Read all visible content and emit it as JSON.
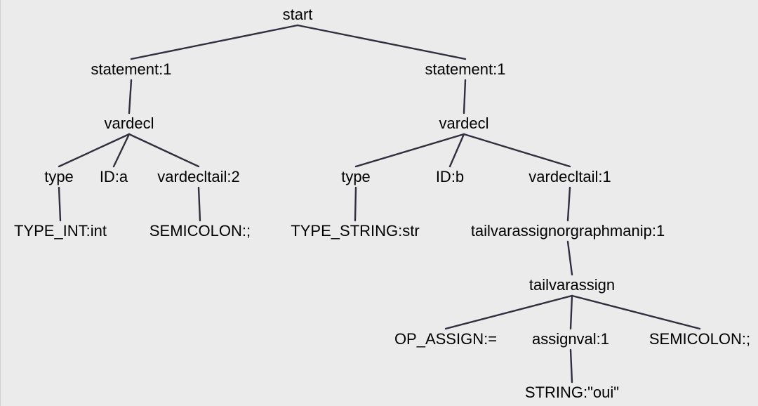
{
  "tree": {
    "nodes": [
      {
        "id": "start",
        "label": "start"
      },
      {
        "id": "stmt1",
        "label": "statement:1"
      },
      {
        "id": "stmt2",
        "label": "statement:1"
      },
      {
        "id": "vardecl1",
        "label": "vardecl"
      },
      {
        "id": "vardecl2",
        "label": "vardecl"
      },
      {
        "id": "type1",
        "label": "type"
      },
      {
        "id": "ida",
        "label": "ID:a"
      },
      {
        "id": "vdt2",
        "label": "vardecltail:2"
      },
      {
        "id": "typeint",
        "label": "TYPE_INT:int"
      },
      {
        "id": "semi1",
        "label": "SEMICOLON:;"
      },
      {
        "id": "type2",
        "label": "type"
      },
      {
        "id": "idb",
        "label": "ID:b"
      },
      {
        "id": "vdt1",
        "label": "vardecltail:1"
      },
      {
        "id": "typestr",
        "label": "TYPE_STRING:str"
      },
      {
        "id": "tvagm",
        "label": "tailvarassignorgraphmanip:1"
      },
      {
        "id": "tva",
        "label": "tailvarassign"
      },
      {
        "id": "opassign",
        "label": "OP_ASSIGN:="
      },
      {
        "id": "assignval",
        "label": "assignval:1"
      },
      {
        "id": "semi2",
        "label": "SEMICOLON:;"
      },
      {
        "id": "stringoui",
        "label": "STRING:\"oui\""
      }
    ],
    "edges": [
      [
        "start",
        "stmt1"
      ],
      [
        "start",
        "stmt2"
      ],
      [
        "stmt1",
        "vardecl1"
      ],
      [
        "stmt2",
        "vardecl2"
      ],
      [
        "vardecl1",
        "type1"
      ],
      [
        "vardecl1",
        "ida"
      ],
      [
        "vardecl1",
        "vdt2"
      ],
      [
        "type1",
        "typeint"
      ],
      [
        "vdt2",
        "semi1"
      ],
      [
        "vardecl2",
        "type2"
      ],
      [
        "vardecl2",
        "idb"
      ],
      [
        "vardecl2",
        "vdt1"
      ],
      [
        "type2",
        "typestr"
      ],
      [
        "vdt1",
        "tvagm"
      ],
      [
        "tvagm",
        "tva"
      ],
      [
        "tva",
        "opassign"
      ],
      [
        "tva",
        "assignval"
      ],
      [
        "tva",
        "semi2"
      ],
      [
        "assignval",
        "stringoui"
      ]
    ]
  }
}
